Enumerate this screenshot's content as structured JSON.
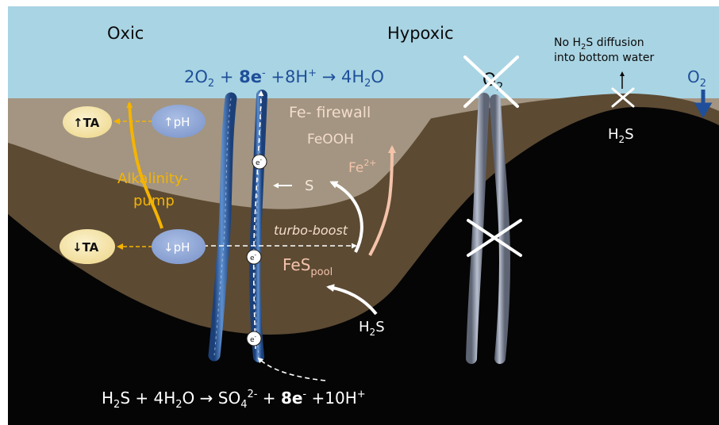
{
  "labels": {
    "oxic": "Oxic",
    "hypoxic": "Hypoxic",
    "no_h2s_line1_pre": "No H",
    "no_h2s_line1_sub": "2",
    "no_h2s_line1_post": "S diffusion",
    "no_h2s_line2": "into bottom water",
    "o2_base": "O",
    "o2_sub": "2",
    "h2s_base": "H",
    "h2s_sub": "2",
    "h2s_post": "S",
    "fe_firewall": "Fe- firewall",
    "feooh": "FeOOH",
    "fe2_base": "Fe",
    "fe2_sup": "2+",
    "s": "S",
    "turbo_boost": "turbo-boost",
    "fes_base": "FeS",
    "fes_sub": "pool",
    "alkalinity_line1": "Alkalinity-",
    "alkalinity_line2": "pump",
    "ta_up": "↑TA",
    "ph_up": "↑pH",
    "ta_down": "↓TA",
    "ph_down": "↓pH",
    "electron": "e",
    "electron_sup": "-"
  },
  "equations": {
    "top": {
      "a": "2O",
      "a_sub": "2",
      "b": " + ",
      "c": "8e",
      "c_sup": "-",
      "d": " +8H",
      "d_sup": "+",
      "e": " → 4H",
      "e_sub": "2",
      "f": "O"
    },
    "bottom": {
      "a": "H",
      "a_sub": "2",
      "b": "S + 4H",
      "b_sub": "2",
      "c": "O → SO",
      "c_sub": "4",
      "c_sup": "2-",
      "d": " + ",
      "e": "8e",
      "e_sup": "-",
      "f": " +10H",
      "f_sup": "+"
    }
  },
  "colors": {
    "water": "#a9d4e3",
    "sediment_top": "#a39581",
    "sediment_mid": "#5c4a33",
    "deep": "#050505",
    "alkalinity": "#f5b400",
    "ph_pill": "#8fa8d8",
    "ta_pill": "#f6e8b4",
    "cable_blue": "#2e5da3",
    "cable_grey": "#8a93a8",
    "salmon": "#f4c3aa",
    "o2_arrow": "#1f4f9a"
  }
}
